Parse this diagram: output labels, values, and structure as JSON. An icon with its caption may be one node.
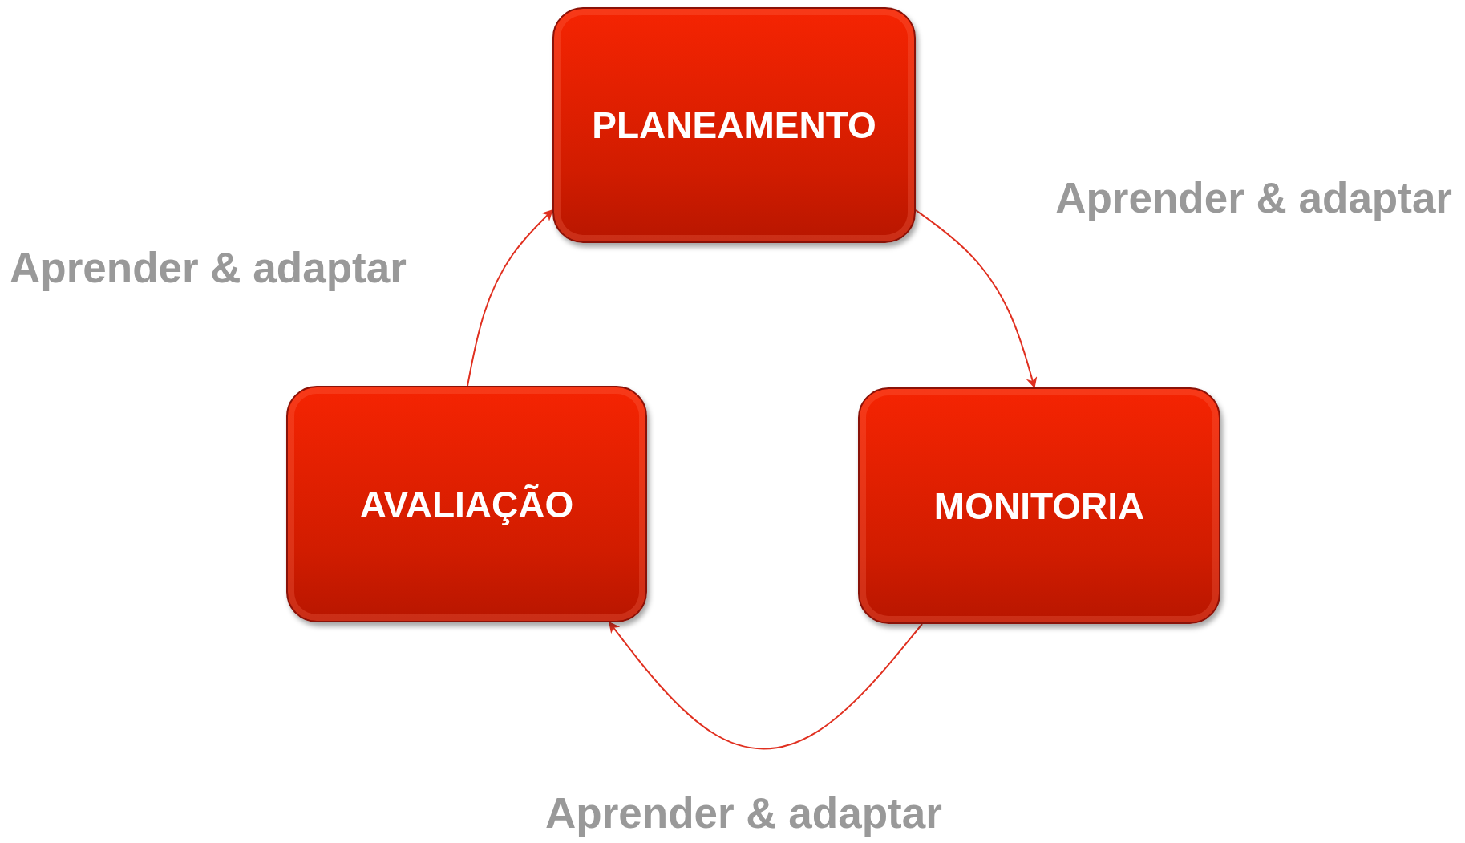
{
  "diagram": {
    "nodes": [
      {
        "text": [
          "PLANEAMENTO"
        ]
      },
      {
        "text": [
          "MONITORIA"
        ]
      },
      {
        "text": [
          "AVALIAÇÃO"
        ]
      }
    ],
    "edges": [
      {
        "from": 0,
        "to": 1,
        "arrow": "to",
        "label": "Aprender & adaptar"
      },
      {
        "from": 1,
        "to": 2,
        "arrow": "to",
        "label": "Aprender & adaptar"
      },
      {
        "from": 2,
        "to": 0,
        "arrow": "to",
        "label": "Aprender & adaptar"
      }
    ]
  }
}
